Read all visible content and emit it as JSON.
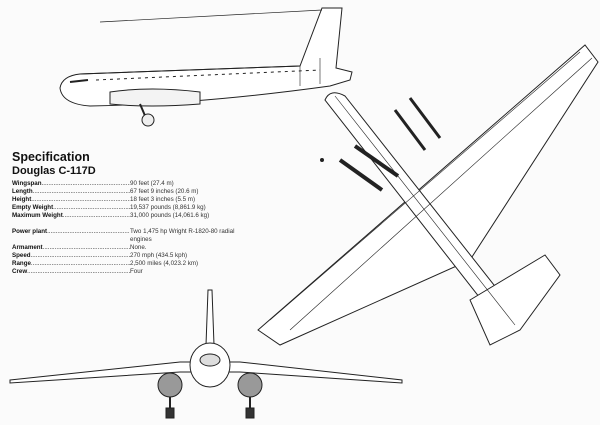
{
  "specification": {
    "heading": "Specification",
    "aircraft": "Douglas C-117D",
    "group1": [
      {
        "label": "Wingspan",
        "value": "90 feet (27.4 m)"
      },
      {
        "label": "Length",
        "value": "67 feet 9 inches (20.6 m)"
      },
      {
        "label": "Height",
        "value": "18 feet 3 inches (5.5 m)"
      },
      {
        "label": "Empty Weight",
        "value": "19,537 pounds (8,861.9 kg)"
      },
      {
        "label": "Maximum Weight",
        "value": "31,000 pounds (14,061.6 kg)"
      }
    ],
    "group2": [
      {
        "label": "Power plant",
        "value": "Two 1,475 hp Wright R-1820-80 radial engines"
      },
      {
        "label": "Armament",
        "value": "None."
      },
      {
        "label": "Speed",
        "value": "270 mph (434.5 kph)"
      },
      {
        "label": "Range",
        "value": "2,500 miles (4,023.2 km)"
      },
      {
        "label": "Crew",
        "value": "Four"
      }
    ]
  }
}
